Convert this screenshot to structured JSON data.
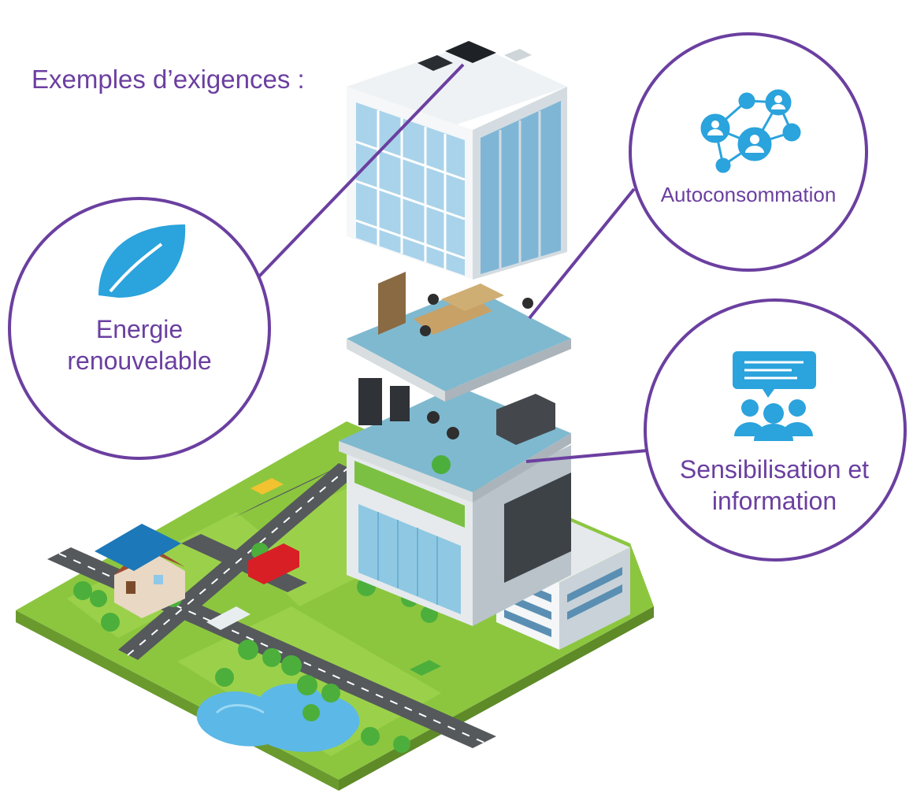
{
  "heading": "Exemples d’exigences :",
  "callouts": {
    "energie": {
      "line1": "Energie",
      "line2": "renouvelable",
      "icon": "leaf-icon"
    },
    "autoconsommation": {
      "label": "Autoconsommation",
      "icon": "network-people-icon"
    },
    "sensibilisation": {
      "line1": "Sensibilisation et",
      "line2": "information",
      "icon": "audience-speech-icon"
    }
  },
  "colors": {
    "accent_purple": "#6b3fa0",
    "icon_blue": "#2ba3dc",
    "grass_green": "#8cc63f",
    "road_gray": "#55595c",
    "building_blue": "#9fd0e8"
  }
}
